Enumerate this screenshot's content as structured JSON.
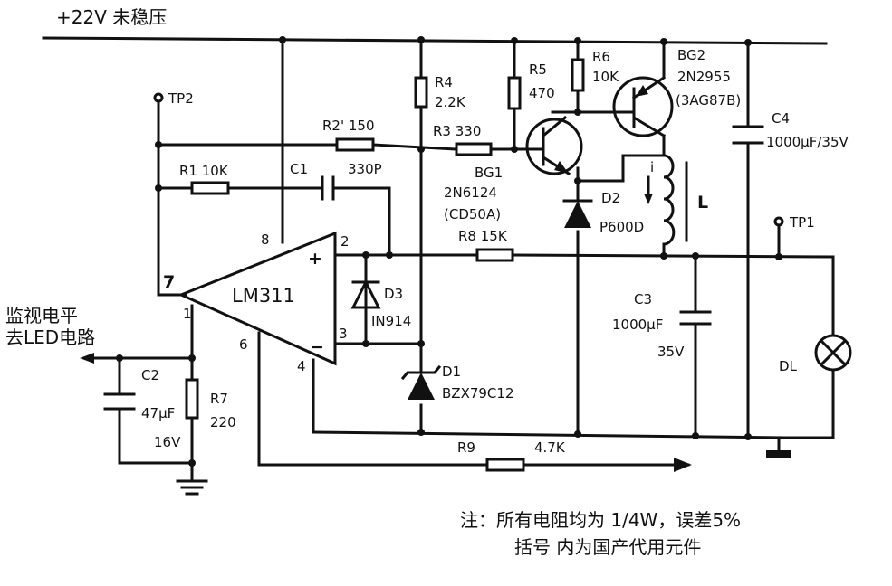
{
  "supply": {
    "label": "+22V 未稳压"
  },
  "test_points": {
    "tp2": "TP2",
    "tp1": "TP1"
  },
  "ic": {
    "name": "LM311",
    "pin8": "8",
    "pin7": "7",
    "pin1": "1",
    "pin6": "6",
    "pin4": "4",
    "pin2": "2",
    "pin3": "3",
    "plus": "+",
    "minus": "−"
  },
  "resistors": {
    "r1": "R1 10K",
    "r2": "R2' 150",
    "r3": "R3 330",
    "r4_name": "R4",
    "r4_val": "2.2K",
    "r5_name": "R5",
    "r5_val": "470",
    "r6_name": "R6",
    "r6_val": "10K",
    "r7_name": "R7",
    "r7_val": "220",
    "r8": "R8 15K",
    "r9_name": "R9",
    "r9_val": "4.7K"
  },
  "capacitors": {
    "c1_name": "C1",
    "c1_val": "330P",
    "c2_name": "C2",
    "c2_val1": "47μF",
    "c2_val2": "16V",
    "c3_name": "C3",
    "c3_val1": "1000μF",
    "c3_val2": "35V",
    "c4_name": "C4",
    "c4_val": "1000μF/35V"
  },
  "transistors": {
    "bg1_name": "BG1",
    "bg1_part": "2N6124",
    "bg1_alt": "(CD50A)",
    "bg2_name": "BG2",
    "bg2_part": "2N2955",
    "bg2_alt": "(3AG87B)"
  },
  "diodes": {
    "d1_name": "D1",
    "d1_part": "BZX79C12",
    "d2_name": "D2",
    "d2_part": "P600D",
    "d3_name": "D3",
    "d3_part": "IN914"
  },
  "inductor": {
    "name": "L",
    "current": "i"
  },
  "lamp": {
    "name": "DL"
  },
  "monitor": {
    "line1": "监视电平",
    "line2": "去LED电路"
  },
  "notes": {
    "line1": "注：所有电阻均为 1/4W，误差5%",
    "line2": "括号 内为国产代用元件"
  }
}
